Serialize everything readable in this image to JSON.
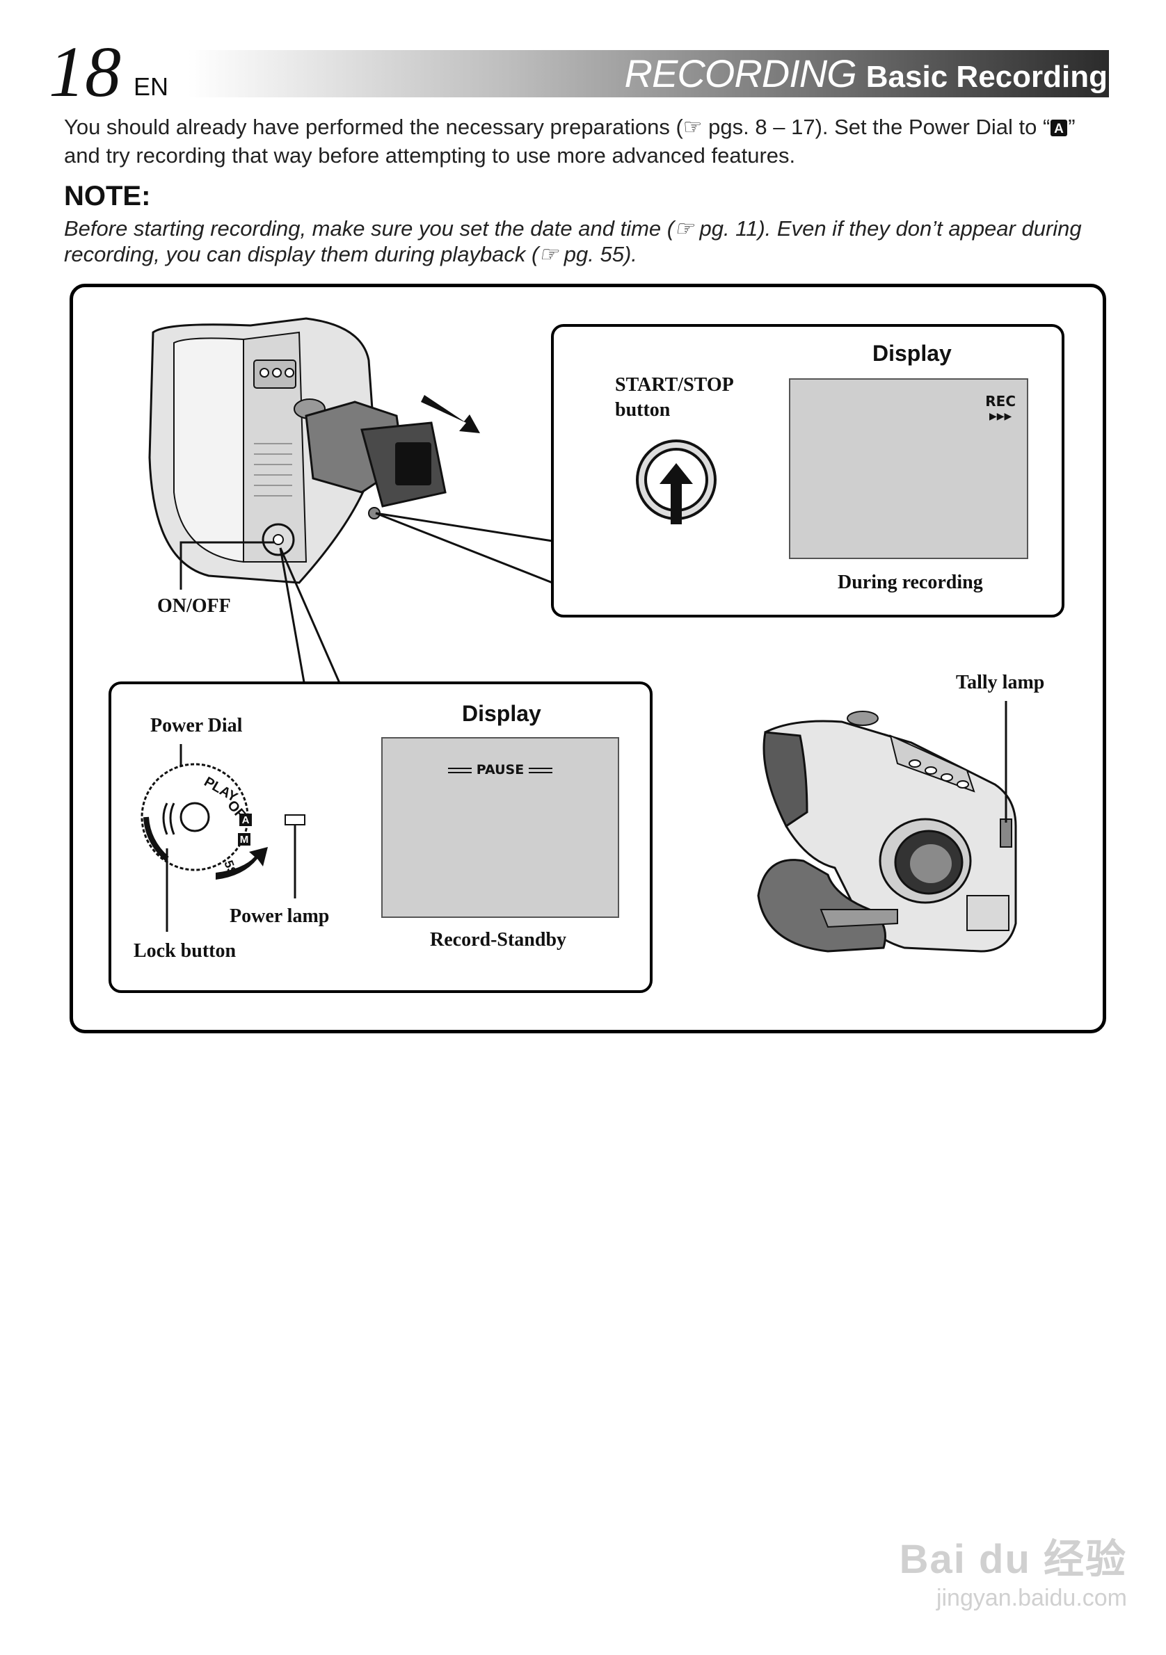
{
  "header": {
    "page_number": "18",
    "lang": "EN",
    "section": "RECORDING",
    "title": "Basic Recording"
  },
  "intro": {
    "line1": "You should already have performed the necessary preparations (☞ pgs. 8 – 17). Set the Power Dial to “",
    "mode_glyph": "A",
    "line1_end": "”",
    "line2": "and try recording that way before attempting to use more advanced features."
  },
  "note": {
    "heading": "NOTE:",
    "line1": "Before starting recording, make sure you set the date and time (☞ pg. 11). Even if they don’t appear during",
    "line2": "recording, you can display them during playback (☞ pg. 55)."
  },
  "diagram": {
    "labels": {
      "on_off": "ON/OFF",
      "start_stop_line1": "START/STOP",
      "start_stop_line2": "button",
      "power_dial": "Power Dial",
      "power_lamp": "Power lamp",
      "lock_button": "Lock button",
      "tally_lamp": "Tally lamp"
    },
    "display_recording": {
      "title": "Display",
      "osd_rec": "REC",
      "osd_arrows": "▶▶▶",
      "caption": "During recording"
    },
    "display_standby": {
      "title": "Display",
      "osd_pause": "PAUSE",
      "caption": "Record-Standby"
    },
    "dial_marks": {
      "play": "PLAY",
      "off": "OFF",
      "a": "A",
      "m": "M",
      "five_s": "5S"
    }
  },
  "watermark": {
    "brand": "Bai du 经验",
    "url": "jingyan.baidu.com"
  }
}
